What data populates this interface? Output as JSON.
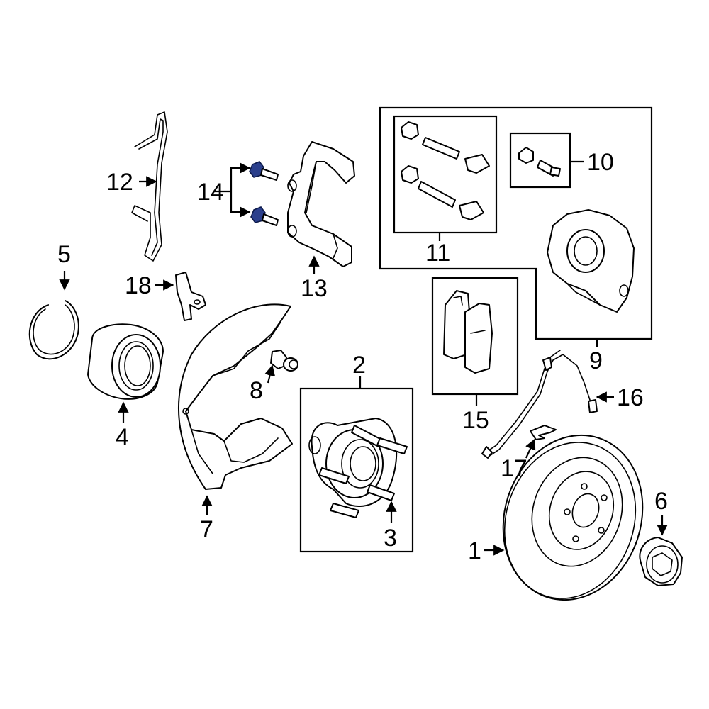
{
  "diagram": {
    "callouts": [
      {
        "id": "1",
        "label": "1"
      },
      {
        "id": "2",
        "label": "2"
      },
      {
        "id": "3",
        "label": "3"
      },
      {
        "id": "4",
        "label": "4"
      },
      {
        "id": "5",
        "label": "5"
      },
      {
        "id": "6",
        "label": "6"
      },
      {
        "id": "7",
        "label": "7"
      },
      {
        "id": "8",
        "label": "8"
      },
      {
        "id": "9",
        "label": "9"
      },
      {
        "id": "10",
        "label": "10"
      },
      {
        "id": "11",
        "label": "11"
      },
      {
        "id": "12",
        "label": "12"
      },
      {
        "id": "13",
        "label": "13"
      },
      {
        "id": "14",
        "label": "14"
      },
      {
        "id": "15",
        "label": "15"
      },
      {
        "id": "16",
        "label": "16"
      },
      {
        "id": "17",
        "label": "17"
      },
      {
        "id": "18",
        "label": "18"
      }
    ],
    "highlight_color": "#2b3f8c",
    "line_color": "#000000",
    "background": "#ffffff"
  }
}
